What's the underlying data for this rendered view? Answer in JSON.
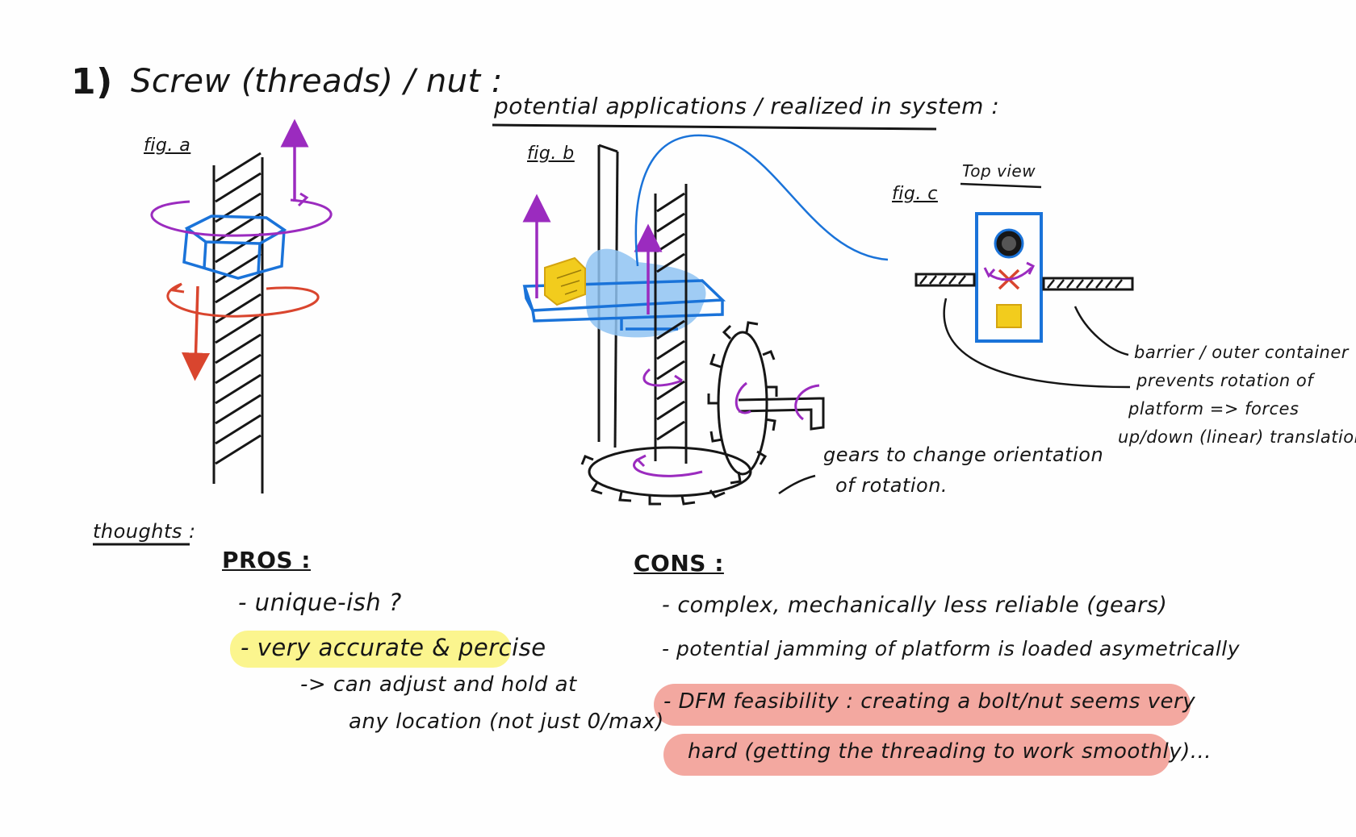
{
  "heading": {
    "number": "1)",
    "title": "Screw (threads) / nut :"
  },
  "subheading": "potential applications / realized in system :",
  "figures": {
    "fig_a": {
      "label": "fig. a"
    },
    "fig_b": {
      "label": "fig. b"
    },
    "fig_c": {
      "label": "fig. c",
      "view": "Top view"
    }
  },
  "annotations": {
    "gears": [
      "gears to change orientation",
      "of rotation."
    ],
    "barrier": [
      "barrier / outer container",
      "prevents rotation of",
      "platform => forces",
      "up/down (linear) translation."
    ]
  },
  "thoughts": {
    "label": "thoughts :",
    "pros": {
      "title": "PROS :",
      "items": [
        "- unique-ish ?",
        "- very accurate & percise",
        "-> can adjust and hold at",
        "any location (not just 0/max)"
      ]
    },
    "cons": {
      "title": "CONS :",
      "items": [
        "- complex, mechanically less reliable (gears)",
        "- potential jamming of platform is loaded asymetrically",
        "- DFM feasibility : creating a bolt/nut seems very",
        "hard (getting the threading to work smoothly)..."
      ]
    }
  },
  "colors": {
    "ink": "#161616",
    "blue": "#1a73d9",
    "purple": "#9b2bbf",
    "red": "#d9452e",
    "yellow": "#f2cc1d",
    "highlight_yellow": "#fbf58e",
    "highlight_red": "#f3a8a0",
    "blue_fill": "#8fc3f2"
  }
}
